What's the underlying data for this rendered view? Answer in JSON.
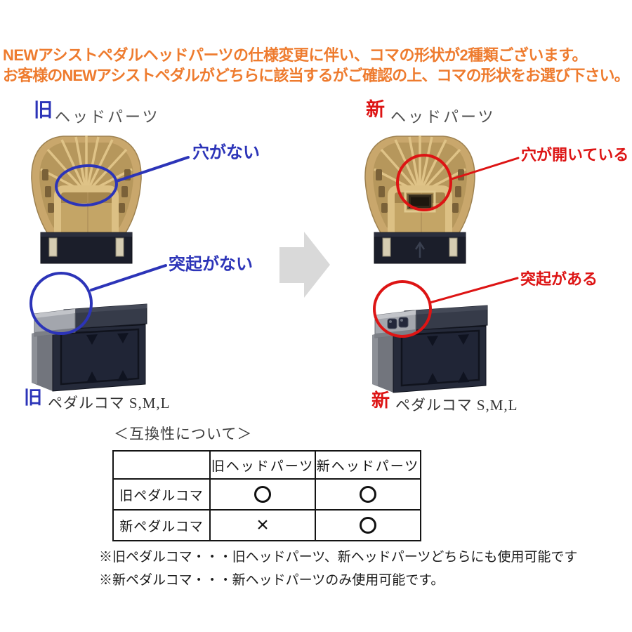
{
  "colors": {
    "orange": "#ee7b2e",
    "blue": "#2c34b8",
    "red": "#dd1414",
    "label_gray": "#4f4f4f",
    "arrow_gray": "#d9d9d9",
    "part_tan": "#c9a76c",
    "part_dark_navy": "#252a3a"
  },
  "header": {
    "line1": "NEWアシストペダルヘッドパーツの仕様変更に伴い、コマの形状が2種類ございます。",
    "line2": "お客様のNEWアシストペダルがどちらに該当するがご確認の上、コマの形状をお選び下さい。"
  },
  "old_section": {
    "badge": "旧",
    "head_label": "ヘッドパーツ",
    "head_annotation": "穴がない",
    "koma_annotation": "突起がない",
    "koma_badge": "旧",
    "koma_label": "ペダルコマ S,M,L"
  },
  "new_section": {
    "badge": "新",
    "head_label": "ヘッドパーツ",
    "head_annotation": "穴が開いている",
    "koma_annotation": "突起がある",
    "koma_badge": "新",
    "koma_label": "ペダルコマ S,M,L"
  },
  "compatibility": {
    "heading": "＜互換性について＞",
    "columns": [
      "旧ヘッドパーツ",
      "新ヘッドパーツ"
    ],
    "rows": [
      {
        "label": "旧ペダルコマ",
        "cells": [
          "circle",
          "circle"
        ]
      },
      {
        "label": "新ペダルコマ",
        "cells": [
          "cross",
          "circle"
        ]
      }
    ],
    "notes": [
      "※旧ペダルコマ・・・旧ヘッドパーツ、新ヘッドパーツどちらにも使用可能です",
      "※新ペダルコマ・・・新ヘッドパーツのみ使用可能です。"
    ]
  },
  "marks": {
    "circle_meaning": "compatible",
    "cross_meaning": "not-compatible",
    "cross_glyph": "×"
  }
}
